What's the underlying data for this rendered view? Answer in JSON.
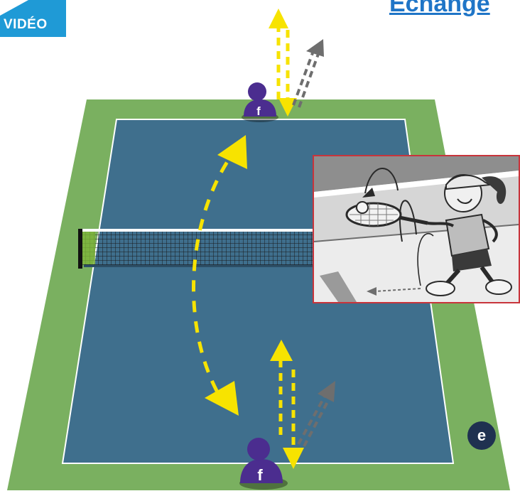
{
  "header": {
    "video_label": "VIDÉO",
    "title_text": "Echange"
  },
  "players": {
    "top_label": "f",
    "bottom_label": "f"
  },
  "marker": {
    "label": "e"
  },
  "colors": {
    "badge_blue": "#1f9ad6",
    "title_blue": "#1f75c7",
    "grass_green": "#7ab060",
    "court_blue": "#3f6f8d",
    "player_purple": "#4b2d8f",
    "arrow_yellow": "#f7e300",
    "arrow_gray": "#6e6e6e",
    "inset_border": "#c8343b",
    "marker_navy": "#1f3150"
  },
  "icons": {
    "video": "video-play-icon",
    "player": "player-pawn-icon",
    "racket": "tennis-racket-icon"
  }
}
